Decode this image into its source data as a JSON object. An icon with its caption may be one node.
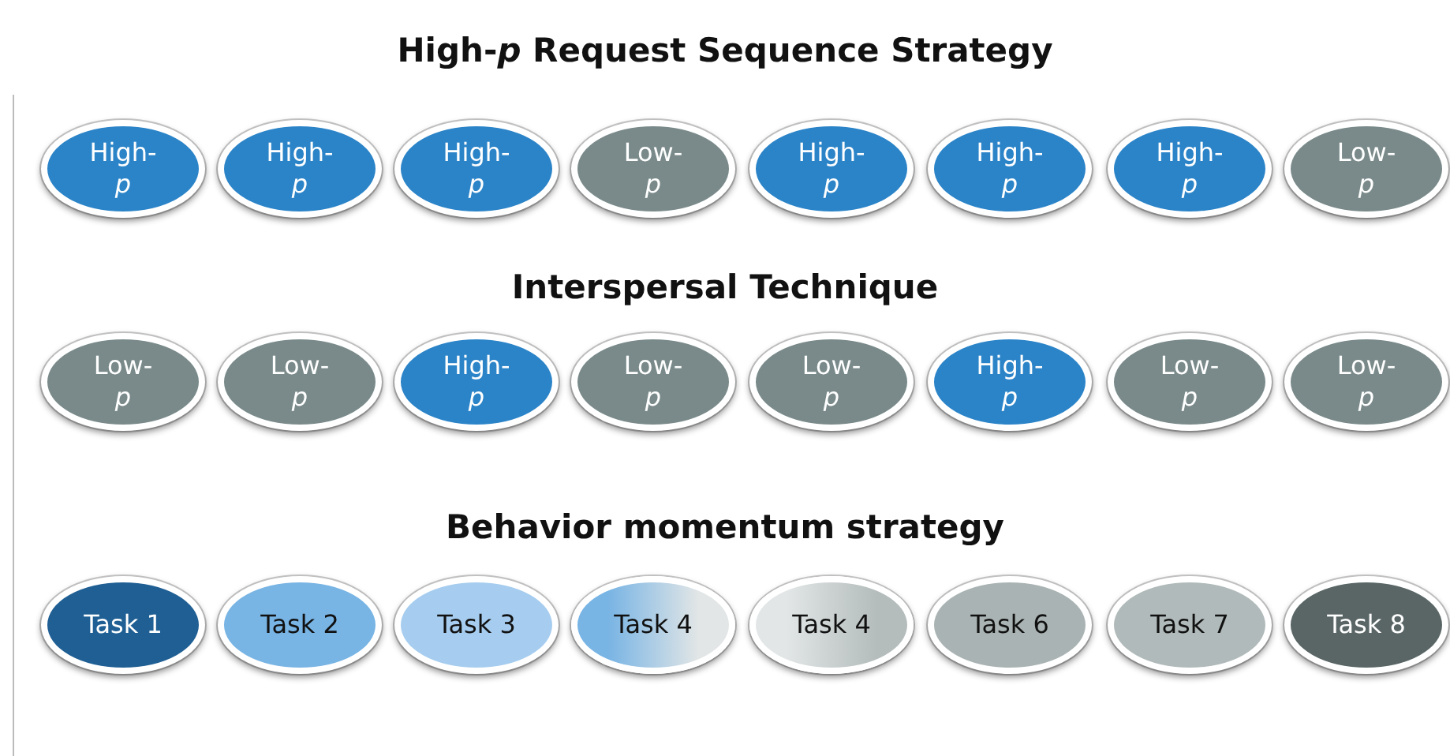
{
  "diagram": {
    "title": "High-*p* Request Sequence Strategy",
    "nodes": [
      {
        "text": [
          "High- *p*"
        ]
      },
      {
        "text": [
          "High- *p*"
        ]
      },
      {
        "text": [
          "High- *p*"
        ]
      },
      {
        "text": [
          "Low- *p*"
        ]
      },
      {
        "text": [
          "High- *p*"
        ]
      },
      {
        "text": [
          "High- *p*"
        ]
      },
      {
        "text": [
          "High- *p*"
        ]
      },
      {
        "text": [
          "Low- *p*"
        ]
      },
      {
        "text": [
          "Low- *p*"
        ]
      },
      {
        "text": [
          "Low- *p*"
        ]
      },
      {
        "text": [
          "High- *p*"
        ]
      },
      {
        "text": [
          "Low- *p*"
        ]
      },
      {
        "text": [
          "Low- *p*"
        ]
      },
      {
        "text": [
          "High- *p*"
        ]
      },
      {
        "text": [
          "Low- *p*"
        ]
      },
      {
        "text": [
          "Low- *p*"
        ]
      },
      {
        "text": [
          "Task 1"
        ]
      },
      {
        "text": [
          "Task 2"
        ]
      },
      {
        "text": [
          "Task 3"
        ]
      },
      {
        "text": [
          "Task 4"
        ]
      },
      {
        "text": [
          "Task 4"
        ]
      },
      {
        "text": [
          "Task 6"
        ]
      },
      {
        "text": [
          "Task 7"
        ]
      },
      {
        "text": [
          "Task 8"
        ]
      }
    ],
    "labels": [
      "Interspersal Technique",
      "Behavior momentum strategy"
    ]
  }
}
